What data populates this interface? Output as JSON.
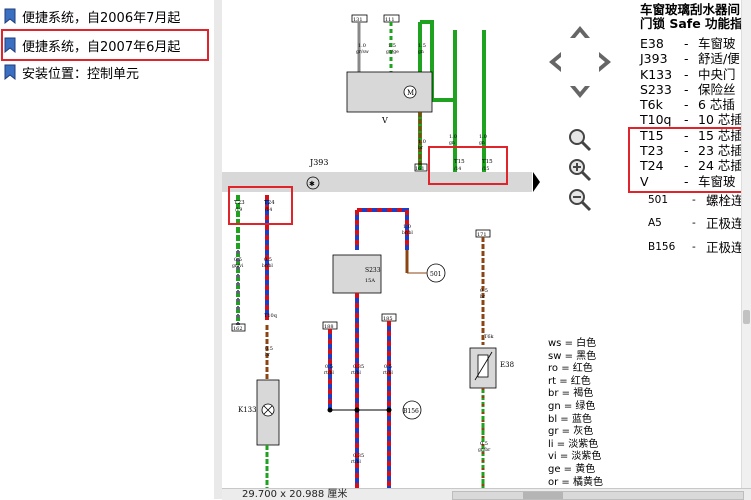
{
  "sidebar": {
    "items": [
      {
        "label": "便捷系统，自2006年7月起"
      },
      {
        "label": "便捷系统，自2007年6月起"
      },
      {
        "label": "安装位置：控制单元"
      }
    ]
  },
  "diagram": {
    "title_lines": [
      "车窗玻璃刮水器间",
      "门锁 Safe 功能指"
    ],
    "components": [
      {
        "code": "E38",
        "dash": "-",
        "desc": "车窗玻"
      },
      {
        "code": "J393",
        "dash": "-",
        "desc": "舒适/便"
      },
      {
        "code": "K133",
        "dash": "-",
        "desc": "中央门"
      },
      {
        "code": "S233",
        "dash": "-",
        "desc": "保险丝"
      },
      {
        "code": "T6k",
        "dash": "-",
        "desc": "6 芯插"
      },
      {
        "code": "T10q",
        "dash": "-",
        "desc": "10 芯插"
      },
      {
        "code": "T15",
        "dash": "-",
        "desc": "15 芯插"
      },
      {
        "code": "T23",
        "dash": "-",
        "desc": "23 芯插"
      },
      {
        "code": "T24",
        "dash": "-",
        "desc": "24 芯插"
      },
      {
        "code": "V",
        "dash": "-",
        "desc": "车窗玻"
      },
      {
        "code": "501",
        "dash": "-",
        "desc": "螺栓连"
      },
      {
        "code": "A5",
        "dash": "-",
        "desc": "正极连"
      },
      {
        "code": "B156",
        "dash": "-",
        "desc": "正极连"
      }
    ],
    "legend": [
      "ws = 白色",
      "sw = 黑色",
      "ro = 红色",
      "rt = 红色",
      "br = 褐色",
      "gn = 绿色",
      "bl = 蓝色",
      "gr = 灰色",
      "li = 淡紫色",
      "vi = 淡紫色",
      "ge = 黄色",
      "or = 橘黄色"
    ],
    "labels": {
      "j393": "J393",
      "v": "V",
      "s233": "S233",
      "s233_amp": "15A",
      "k133": "K133",
      "e38": "E38",
      "n501": "501",
      "b156": "B156",
      "t15a": "T15",
      "t15a_pin": "/14",
      "t15b": "T15",
      "t15b_pin": "/15",
      "t23": "T23",
      "t23_pin": "/19",
      "t24": "T24",
      "t24_pin": "/14",
      "t10q": "T10q",
      "t6k": "T6k",
      "box131": "131",
      "box111": "111",
      "box161": "161",
      "box162": "162",
      "box188": "188",
      "box185": "185",
      "box171": "171",
      "wire_1": "1.0",
      "wire_1c": "gr/sw",
      "wire_2": "1.5",
      "wire_2c": "gn/ge",
      "wire_3": "1.5",
      "wire_3c": "gn",
      "wire_br": "1.0",
      "wire_brc": "br",
      "wire_05": "0.5",
      "wire_05c": "gn/vi",
      "wire_05b": "0.5",
      "wire_05bc": "br/bl",
      "wire_10a": "1.0",
      "wire_10ac": "gn",
      "wire_10b": "1.0",
      "wire_10bc": "gn",
      "wire_s1": "1.0",
      "wire_s1c": "br/bl",
      "wire_035a": "0.35",
      "wire_035ac": "rt/bl",
      "wire_035b": "0.35",
      "wire_035bc": "rt/bl",
      "wire_rt1": "0.5",
      "wire_rt1c": "rt/bl",
      "wire_rt2": "0.5",
      "wire_rt2c": "rt/bl",
      "wire_br2": "0.5",
      "wire_br2c": "br",
      "wire_k1": "0.5",
      "wire_k1c": "br",
      "wire_e1": "0.5",
      "wire_e1c": "br",
      "wire_e2": "0.5",
      "wire_e2c": "gn/br"
    }
  },
  "status": {
    "page_size": "29.700 x 20.988 厘米"
  },
  "colors": {
    "highlight": "#e0242b",
    "wire_green": "#1fa21f",
    "wire_red": "#d0101a",
    "wire_blue": "#1a3ec9",
    "wire_brown": "#8b4513",
    "bar": "#d8d8d8"
  }
}
